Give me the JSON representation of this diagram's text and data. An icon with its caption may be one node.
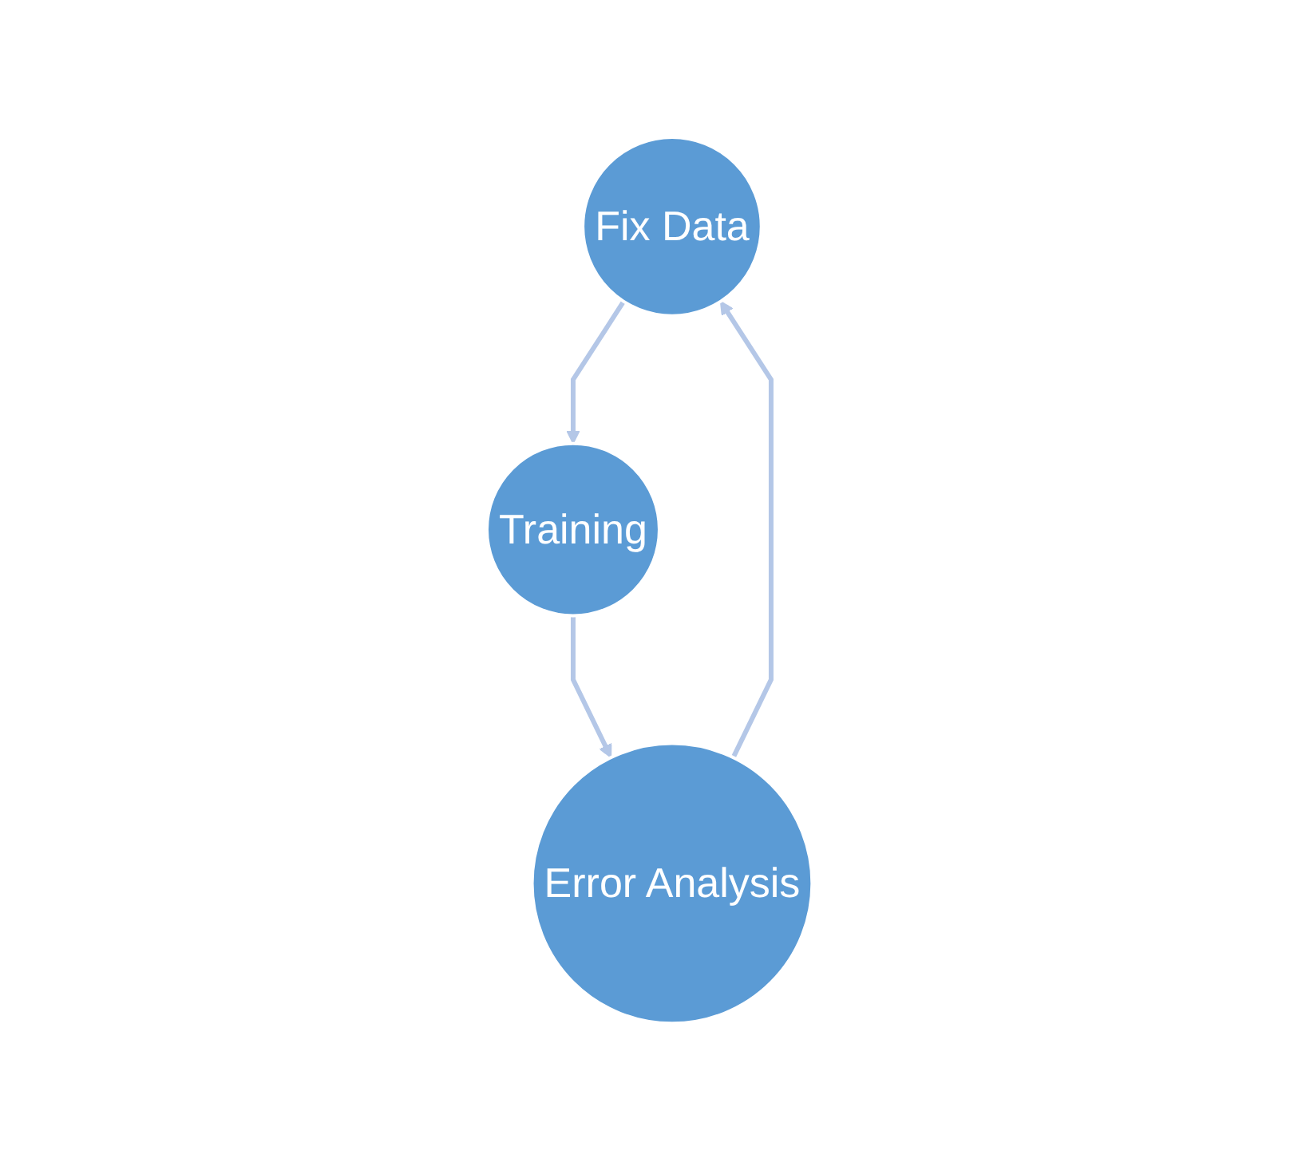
{
  "diagram": {
    "nodes": [
      {
        "text": [
          "Fix Data"
        ]
      },
      {
        "text": [
          "Training"
        ]
      },
      {
        "text": [
          "Error Analysis"
        ]
      }
    ],
    "edges": [
      {
        "from": 0,
        "to": 1,
        "arrow": "to"
      },
      {
        "from": 1,
        "to": 2,
        "arrow": "to"
      },
      {
        "from": 2,
        "to": 0,
        "arrow": "to"
      }
    ]
  }
}
